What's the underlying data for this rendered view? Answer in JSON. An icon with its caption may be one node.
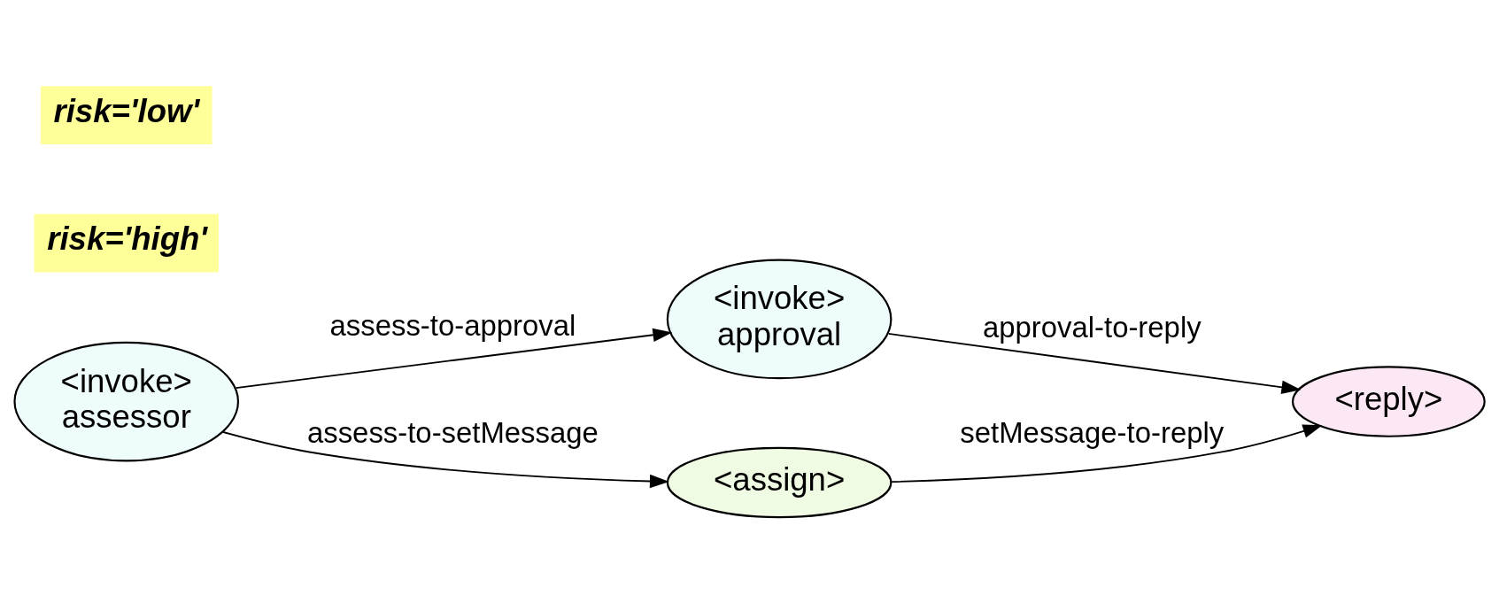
{
  "diagram": {
    "nodes": [
      {
        "text": [
          "<invoke>",
          "assessor"
        ]
      },
      {
        "text": [
          "<invoke>",
          "approval"
        ]
      },
      {
        "text": [
          "<assign>"
        ]
      },
      {
        "text": [
          "<reply>"
        ]
      }
    ],
    "edges": [
      {
        "from": 0,
        "to": 1,
        "arrow": "to",
        "label": "assess-to-approval"
      },
      {
        "from": 0,
        "to": 2,
        "arrow": "to",
        "label": "assess-to-setMessage"
      },
      {
        "from": 1,
        "to": 3,
        "arrow": "to",
        "label": "approval-to-reply"
      },
      {
        "from": 2,
        "to": 3,
        "arrow": "to",
        "label": "setMessage-to-reply"
      }
    ],
    "labels": [
      "risk='high'",
      "risk='low'"
    ]
  }
}
